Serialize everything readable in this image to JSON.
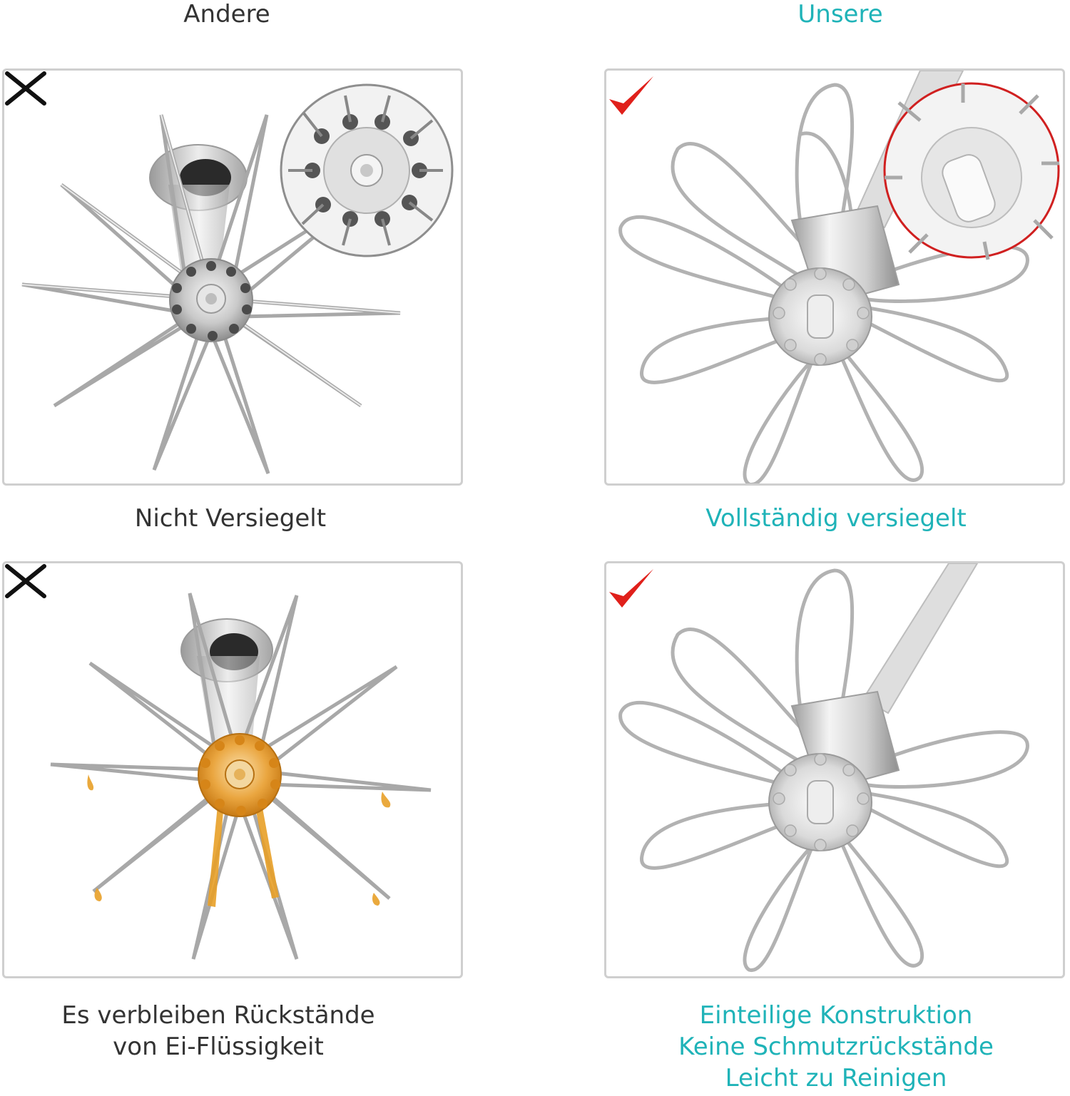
{
  "headers": {
    "left": "Andere",
    "right": "Unsere"
  },
  "captions": {
    "top_left": "Nicht Versiegelt",
    "top_right": "Vollständig versiegelt",
    "bottom_left_line1": "Es verbleiben Rückstände",
    "bottom_left_line2": "von Ei-Flüssigkeit",
    "bottom_right_line1": "Einteilige Konstruktion",
    "bottom_right_line2": "Keine Schmutzrückstände",
    "bottom_right_line3": "Leicht zu Reinigen"
  },
  "colors": {
    "dark_text": "#333333",
    "accent_teal": "#1fb3b8",
    "check_red": "#e0201b",
    "cross_black": "#111111",
    "residue_orange": "#e8a028",
    "panel_border": "#cfcfcf"
  },
  "icons": {
    "negative": "cross-icon",
    "positive": "checkmark-icon"
  }
}
